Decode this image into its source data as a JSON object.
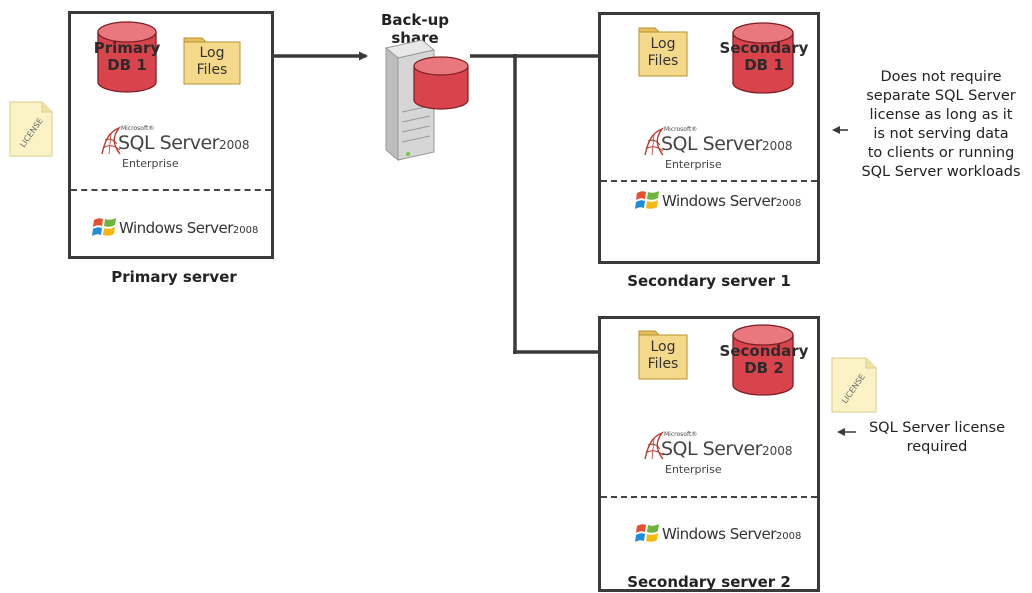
{
  "backup_share": {
    "label": "Back-up share"
  },
  "primary": {
    "caption": "Primary server",
    "db_label": "Primary\nDB 1",
    "folder_label": "Log\nFiles",
    "sql_brand": "Microsoft®",
    "sql_name": "SQL Server",
    "sql_year": "2008",
    "sql_edition": "Enterprise",
    "windows_name": "Windows Server",
    "windows_year": "2008"
  },
  "secondary1": {
    "caption": "Secondary server 1",
    "db_label": "Secondary\nDB 1",
    "folder_label": "Log\nFiles",
    "sql_brand": "Microsoft®",
    "sql_name": "SQL Server",
    "sql_year": "2008",
    "sql_edition": "Enterprise",
    "windows_name": "Windows Server",
    "windows_year": "2008"
  },
  "secondary2": {
    "caption": "Secondary server 2",
    "db_label": "Secondary\nDB 2",
    "folder_label": "Log\nFiles",
    "sql_brand": "Microsoft®",
    "sql_name": "SQL Server",
    "sql_year": "2008",
    "sql_edition": "Enterprise",
    "windows_name": "Windows Server",
    "windows_year": "2008"
  },
  "license_doc": {
    "label": "LICENSE"
  },
  "notes": {
    "no_license": "Does not require\nseparate SQL Server\nlicense as long as it\nis not serving data\nto clients or running\nSQL Server workloads",
    "license_required": "SQL Server license\nrequired"
  },
  "colors": {
    "db_fill": "#d9434b",
    "folder_fill": "#f5d98a",
    "box_border": "#3a3a3a",
    "arrow": "#3a3a3a"
  }
}
